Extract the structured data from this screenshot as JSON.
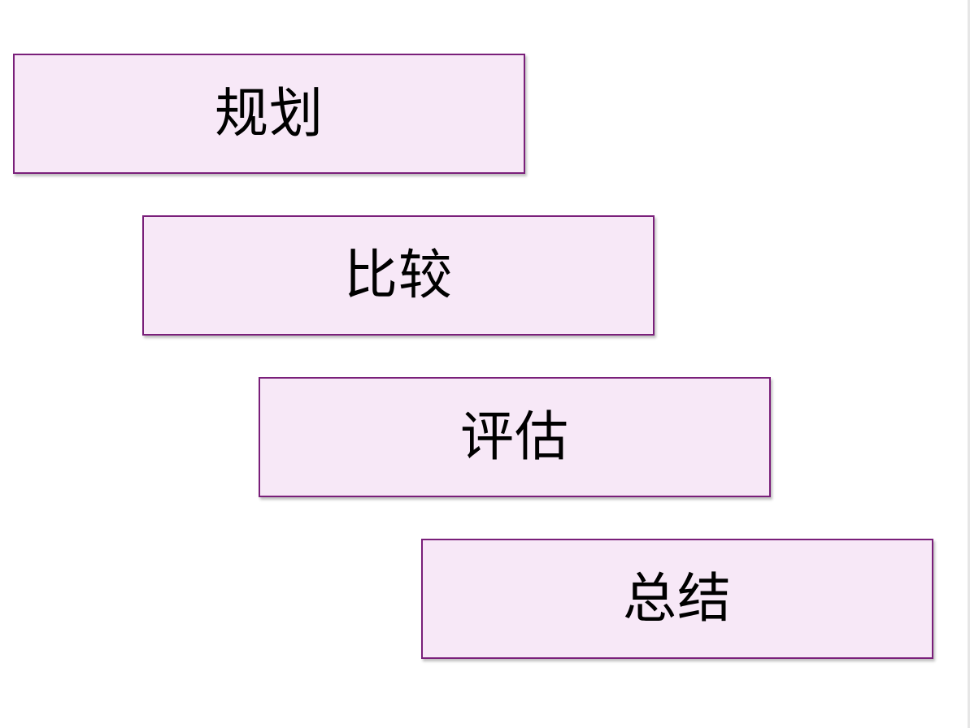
{
  "diagram": {
    "steps": [
      {
        "label": "规划"
      },
      {
        "label": "比较"
      },
      {
        "label": "评估"
      },
      {
        "label": "总结"
      }
    ]
  },
  "colors": {
    "box_fill": "#f7e8f7",
    "box_border": "#7a1f7a",
    "text": "#000000",
    "background": "#ffffff"
  }
}
